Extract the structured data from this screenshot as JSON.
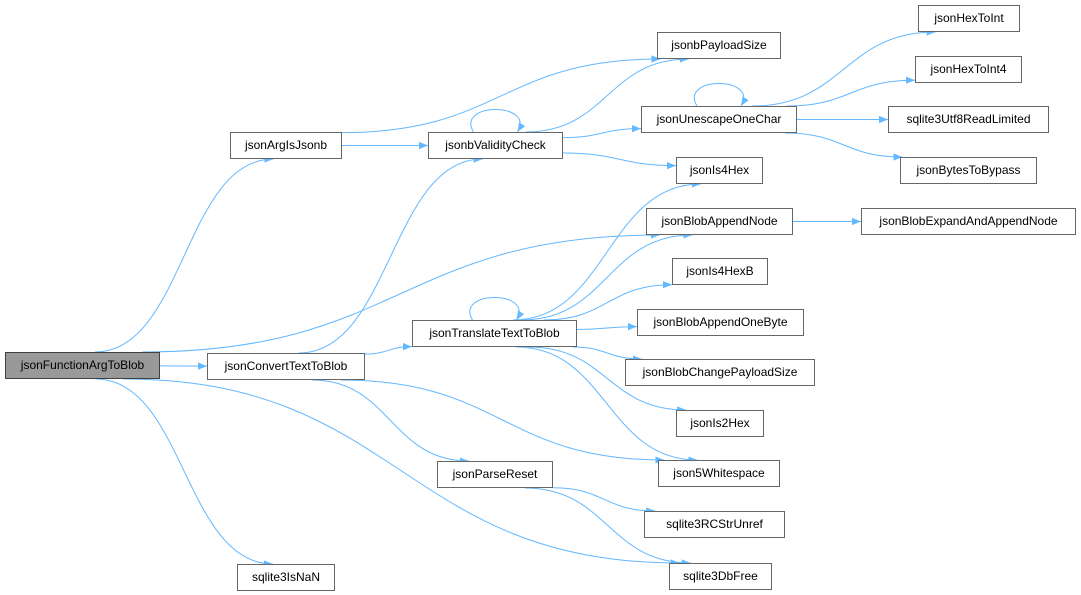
{
  "graph": {
    "edge_color": "#63b8ff",
    "node_border_color": "#666666",
    "root_fill_color": "#999999",
    "nodes": [
      {
        "id": "jsonFunctionArgToBlob",
        "label": "jsonFunctionArgToBlob",
        "root": true
      },
      {
        "id": "jsonArgIsJsonb",
        "label": "jsonArgIsJsonb"
      },
      {
        "id": "jsonConvertTextToBlob",
        "label": "jsonConvertTextToBlob"
      },
      {
        "id": "jsonbValidityCheck",
        "label": "jsonbValidityCheck"
      },
      {
        "id": "jsonTranslateTextToBlob",
        "label": "jsonTranslateTextToBlob"
      },
      {
        "id": "jsonParseReset",
        "label": "jsonParseReset"
      },
      {
        "id": "sqlite3IsNaN",
        "label": "sqlite3IsNaN"
      },
      {
        "id": "jsonbPayloadSize",
        "label": "jsonbPayloadSize"
      },
      {
        "id": "jsonUnescapeOneChar",
        "label": "jsonUnescapeOneChar"
      },
      {
        "id": "jsonIs4Hex",
        "label": "jsonIs4Hex"
      },
      {
        "id": "jsonBlobAppendNode",
        "label": "jsonBlobAppendNode"
      },
      {
        "id": "jsonIs4HexB",
        "label": "jsonIs4HexB"
      },
      {
        "id": "jsonBlobAppendOneByte",
        "label": "jsonBlobAppendOneByte"
      },
      {
        "id": "jsonBlobChangePayloadSize",
        "label": "jsonBlobChangePayloadSize"
      },
      {
        "id": "jsonIs2Hex",
        "label": "jsonIs2Hex"
      },
      {
        "id": "json5Whitespace",
        "label": "json5Whitespace"
      },
      {
        "id": "sqlite3RCStrUnref",
        "label": "sqlite3RCStrUnref"
      },
      {
        "id": "sqlite3DbFree",
        "label": "sqlite3DbFree"
      },
      {
        "id": "jsonHexToInt",
        "label": "jsonHexToInt"
      },
      {
        "id": "jsonHexToInt4",
        "label": "jsonHexToInt4"
      },
      {
        "id": "sqlite3Utf8ReadLimited",
        "label": "sqlite3Utf8ReadLimited"
      },
      {
        "id": "jsonBytesToBypass",
        "label": "jsonBytesToBypass"
      },
      {
        "id": "jsonBlobExpandAndAppendNode",
        "label": "jsonBlobExpandAndAppendNode"
      }
    ],
    "edges": [
      [
        "jsonFunctionArgToBlob",
        "jsonArgIsJsonb"
      ],
      [
        "jsonFunctionArgToBlob",
        "jsonBlobAppendNode"
      ],
      [
        "jsonFunctionArgToBlob",
        "jsonConvertTextToBlob"
      ],
      [
        "jsonFunctionArgToBlob",
        "sqlite3DbFree"
      ],
      [
        "jsonFunctionArgToBlob",
        "sqlite3IsNaN"
      ],
      [
        "jsonArgIsJsonb",
        "jsonbPayloadSize"
      ],
      [
        "jsonArgIsJsonb",
        "jsonbValidityCheck"
      ],
      [
        "jsonbValidityCheck",
        "jsonbPayloadSize"
      ],
      [
        "jsonbValidityCheck",
        "jsonbValidityCheck"
      ],
      [
        "jsonbValidityCheck",
        "jsonUnescapeOneChar"
      ],
      [
        "jsonbValidityCheck",
        "jsonIs4Hex"
      ],
      [
        "jsonConvertTextToBlob",
        "jsonbValidityCheck"
      ],
      [
        "jsonConvertTextToBlob",
        "jsonTranslateTextToBlob"
      ],
      [
        "jsonConvertTextToBlob",
        "json5Whitespace"
      ],
      [
        "jsonConvertTextToBlob",
        "jsonParseReset"
      ],
      [
        "jsonUnescapeOneChar",
        "jsonHexToInt"
      ],
      [
        "jsonUnescapeOneChar",
        "jsonHexToInt4"
      ],
      [
        "jsonUnescapeOneChar",
        "jsonUnescapeOneChar"
      ],
      [
        "jsonUnescapeOneChar",
        "sqlite3Utf8ReadLimited"
      ],
      [
        "jsonUnescapeOneChar",
        "jsonBytesToBypass"
      ],
      [
        "jsonBlobAppendNode",
        "jsonBlobExpandAndAppendNode"
      ],
      [
        "jsonTranslateTextToBlob",
        "jsonIs4Hex"
      ],
      [
        "jsonTranslateTextToBlob",
        "jsonBlobAppendNode"
      ],
      [
        "jsonTranslateTextToBlob",
        "jsonTranslateTextToBlob"
      ],
      [
        "jsonTranslateTextToBlob",
        "jsonIs4HexB"
      ],
      [
        "jsonTranslateTextToBlob",
        "jsonBlobAppendOneByte"
      ],
      [
        "jsonTranslateTextToBlob",
        "jsonBlobChangePayloadSize"
      ],
      [
        "jsonTranslateTextToBlob",
        "jsonIs2Hex"
      ],
      [
        "jsonTranslateTextToBlob",
        "json5Whitespace"
      ],
      [
        "jsonParseReset",
        "sqlite3RCStrUnref"
      ],
      [
        "jsonParseReset",
        "sqlite3DbFree"
      ]
    ]
  }
}
